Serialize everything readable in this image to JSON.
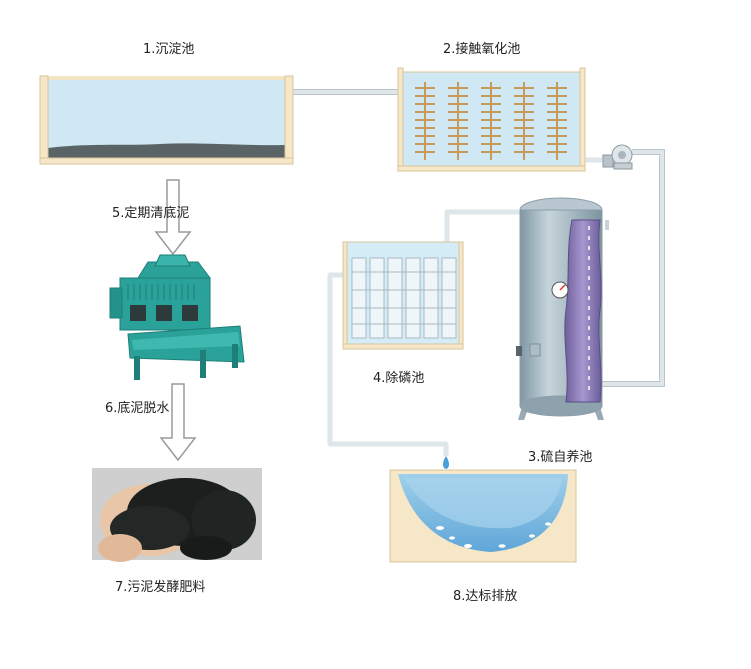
{
  "steps": {
    "s1": "1.沉淀池",
    "s2": "2.接触氧化池",
    "s3": "3.硫自养池",
    "s4": "4.除磷池",
    "s5": "5.定期清底泥",
    "s6": "6.底泥脱水",
    "s7": "7.污泥发酵肥料",
    "s8": "8.达标排放"
  },
  "colors": {
    "water": "#c9e6f2",
    "pipe": "#e8eef2",
    "machine": "#2aa29a",
    "tank": "#9fb3bf",
    "inner": "#8f7fb8",
    "sand": "#f6e7c9"
  }
}
